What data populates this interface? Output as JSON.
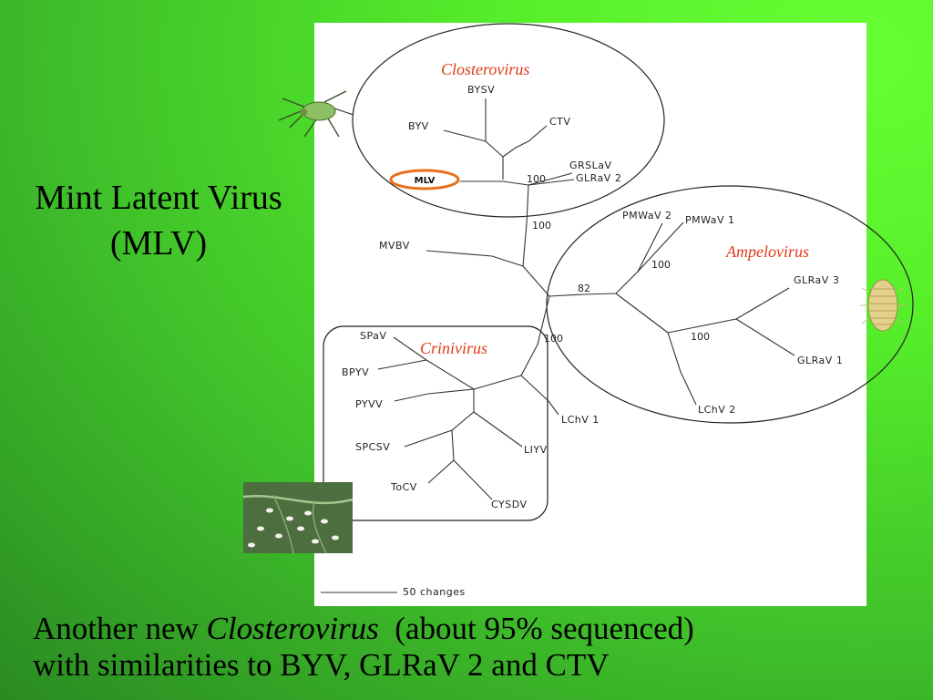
{
  "title": {
    "line1": "Mint Latent Virus",
    "line2": "(MLV)"
  },
  "genera": {
    "closterovirus": "Closterovirus",
    "ampelovirus": "Ampelovirus",
    "crinivirus": "Crinivirus"
  },
  "leaves": {
    "bysv": "BYSV",
    "byv": "BYV",
    "ctv": "CTV",
    "grslav": "GRSLaV",
    "glrav2": "GLRaV 2",
    "mlv": "MLV",
    "mvbv": "MVBV",
    "pmwav2": "PMWaV 2",
    "pmwav1": "PMWaV 1",
    "glrav3": "GLRaV 3",
    "glrav1": "GLRaV 1",
    "lchv2": "LChV 2",
    "lchv1": "LChV 1",
    "spav": "SPaV",
    "bpyv": "BPYV",
    "pyvv": "PYVV",
    "spcsv": "SPCSV",
    "tocv": "ToCV",
    "liyv": "LIYV",
    "cysdv": "CYSDV"
  },
  "bootstrap": {
    "closterovirus_node": "100",
    "closterovirus_stem": "100",
    "ampelovirus_stem": "82",
    "pmwav_node": "100",
    "glrav_node": "100",
    "crinivirus_node": "100"
  },
  "scale_bar": {
    "label": "50 changes"
  },
  "caption": {
    "line1_pre": "Another new ",
    "line1_italic": "Closterovirus",
    "line1_post": "  (about 95% sequenced)",
    "line2": "with similarities to BYV, GLRaV 2 and CTV"
  },
  "icons": [
    "aphid-icon",
    "mealybug-icon",
    "whitefly-leaf-icon"
  ],
  "colors": {
    "background": "#55ee2a",
    "genus_label": "#e03a1a",
    "mlv_highlight": "#e8701a"
  }
}
